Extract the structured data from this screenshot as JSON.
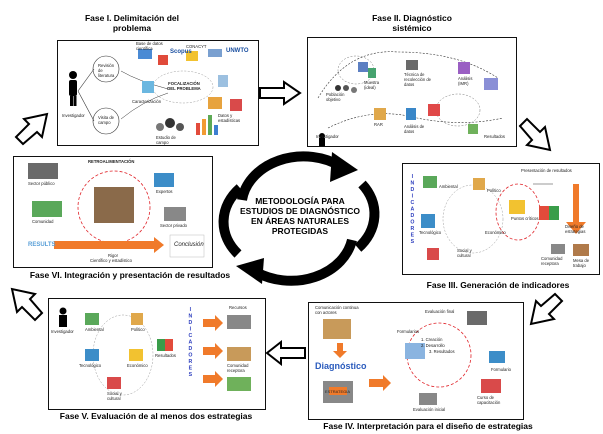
{
  "center_title": "METODOLOGÍA PARA ESTUDIOS DE DIAGNÓSTICO EN ÁREAS NATURALES PROTEGIDAS",
  "phases": {
    "f1": {
      "title": "Fase I. Delimitación del problema",
      "labels": {
        "investigador": "Investigador",
        "revision": "Revisión de literatura",
        "visita": "Visita de campo",
        "caracterizacion": "Caracterización",
        "base_datos": "Base de datos científica",
        "scopus": "Scopus",
        "conacyt": "CONACYT",
        "unam": "UNWTO",
        "focalizacion": "FOCALIZACIÓN DEL PROBLEMA",
        "estudio": "Estudio de campo",
        "datos": "Datos y estadísticas"
      }
    },
    "f2": {
      "title": "Fase II. Diagnóstico sistémico",
      "labels": {
        "investigador": "Investigador",
        "poblacion": "Población objetivo",
        "muestra": "Muestra (ideal)",
        "tecnica": "Técnica de recolección de datos",
        "analisis": "Análisis (IMR)",
        "rar": "RAR",
        "resultados": "Resultados",
        "analisis_datos": "Análisis de datos"
      }
    },
    "f3": {
      "title": "Fase III. Generación de indicadores",
      "indicadores": "INDICADORES",
      "labels": {
        "ambiental": "Ambiental",
        "politico": "Político",
        "tecnologico": "Tecnológico",
        "economico": "Económico",
        "social": "Social y cultural",
        "presentacion": "Presentación de resultados",
        "puntos": "Puntos críticos",
        "diseno": "Diseño de estrategias",
        "comunidad": "Comunidad receptora",
        "mesa": "Mesa de trabajo"
      }
    },
    "f4": {
      "title": "Fase IV. Interpretación para el diseño de estrategias",
      "labels": {
        "comunicacion": "Comunicación continua con actores",
        "diagnostico": "Diagnóstico",
        "evaluacion_final": "Evaluación final",
        "creacion": "1. Creación",
        "desarrollo": "2. Desarrollo",
        "resultados": "3. Resultados",
        "formularios": "Formularios",
        "formulario": "Formulario",
        "curso": "Curso de capacitación",
        "evaluacion_inicial": "Evaluación inicial",
        "estrategia": "ESTRATEGIA"
      }
    },
    "f5": {
      "title": "Fase V. Evaluación de al menos dos estrategias",
      "indicadores": "INDICADORES",
      "labels": {
        "investigador": "Investigador",
        "ambiental": "Ambiental",
        "politico": "Político",
        "tecnologico": "Tecnológico",
        "economico": "Económico",
        "social": "Social y cultural",
        "resultados": "Resultados",
        "recursos": "Recursos",
        "comunidad": "Comunidad receptora"
      }
    },
    "f6": {
      "title": "Fase VI. Integración y presentación de resultados",
      "labels": {
        "retro": "RETROALIMENTACIÓN",
        "sector": "Sector público",
        "expertos": "Expertos",
        "comunidad": "Comunidad",
        "sector_privado": "Sector privado",
        "rigor": "Rigor",
        "rigor2": "Científico y estadístico",
        "conclusion": "Conclusión",
        "result": "RESULTS"
      }
    }
  },
  "colors": {
    "arrow_fill": "#ffffff",
    "arrow_stroke": "#000000",
    "cycle": "#000000",
    "indicator_text": "#2a3bbd",
    "orange": "#f07a2a",
    "red_dash": "#e0242a"
  }
}
